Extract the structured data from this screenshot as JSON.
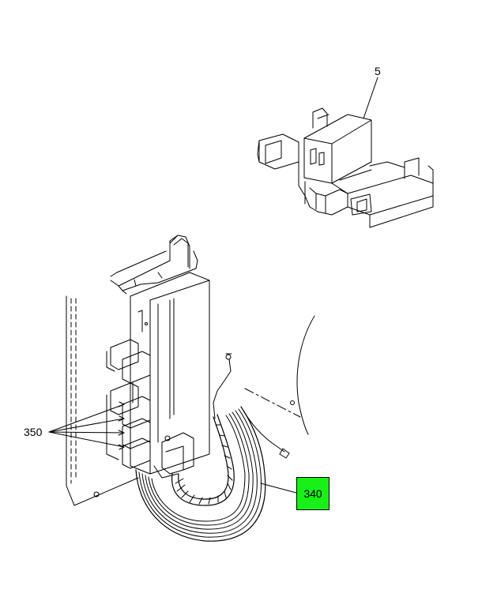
{
  "callouts": {
    "part_5": "5",
    "part_350": "350",
    "part_340": "340"
  },
  "colors": {
    "highlight": "#18f018",
    "line": "#000000",
    "background": "#ffffff"
  }
}
